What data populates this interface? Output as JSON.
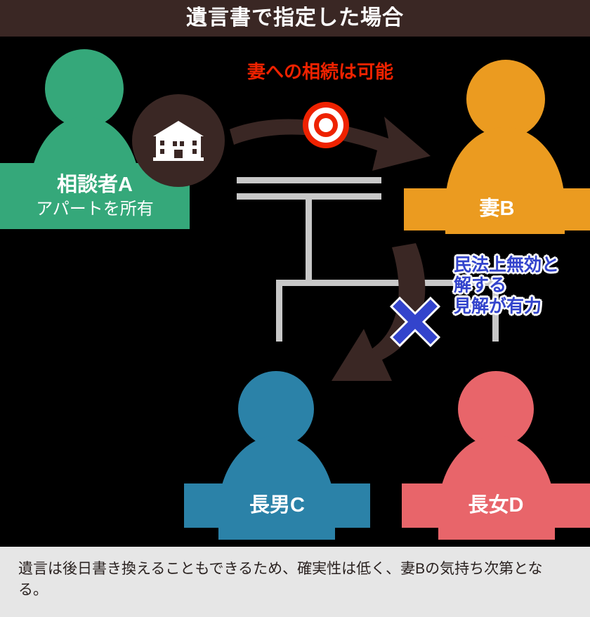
{
  "header": {
    "title": "遺言書で指定した場合",
    "bg_color": "#3a2724",
    "text_color": "#ffffff"
  },
  "people": {
    "a": {
      "name": "相談者A",
      "sub": "アパートを所有",
      "color": "#35a87a",
      "badge_icon": "house-icon",
      "badge_color": "#3a2724"
    },
    "b": {
      "name": "妻B",
      "color": "#eb9b20"
    },
    "c": {
      "name": "長男C",
      "color": "#2b82a8"
    },
    "d": {
      "name": "長女D",
      "color": "#e8656a"
    }
  },
  "callouts": {
    "inherit_ok": {
      "text": "妻への相続は可能",
      "color": "#ee2200",
      "mark_icon": "double-circle-mark",
      "mark_color": "#ee2200"
    },
    "invalid": {
      "text": "民法上無効と\n解する\n見解が有力",
      "color": "#3344cc",
      "mark_icon": "x-mark",
      "mark_color": "#3344cc"
    }
  },
  "arrows": {
    "a_to_b": {
      "name": "arrow-a-to-b",
      "color": "#3a2724",
      "direction": "right"
    },
    "b_to_c": {
      "name": "arrow-b-to-c",
      "color": "#3a2724",
      "direction": "down-left"
    }
  },
  "tree_lines": {
    "color": "#c8c8c8"
  },
  "footer": {
    "text": "遺言は後日書き換えることもできるため、確実性は低く、妻Bの気持ち次第となる。",
    "bg_color": "#e6e6e6",
    "text_color": "#2b2321"
  }
}
